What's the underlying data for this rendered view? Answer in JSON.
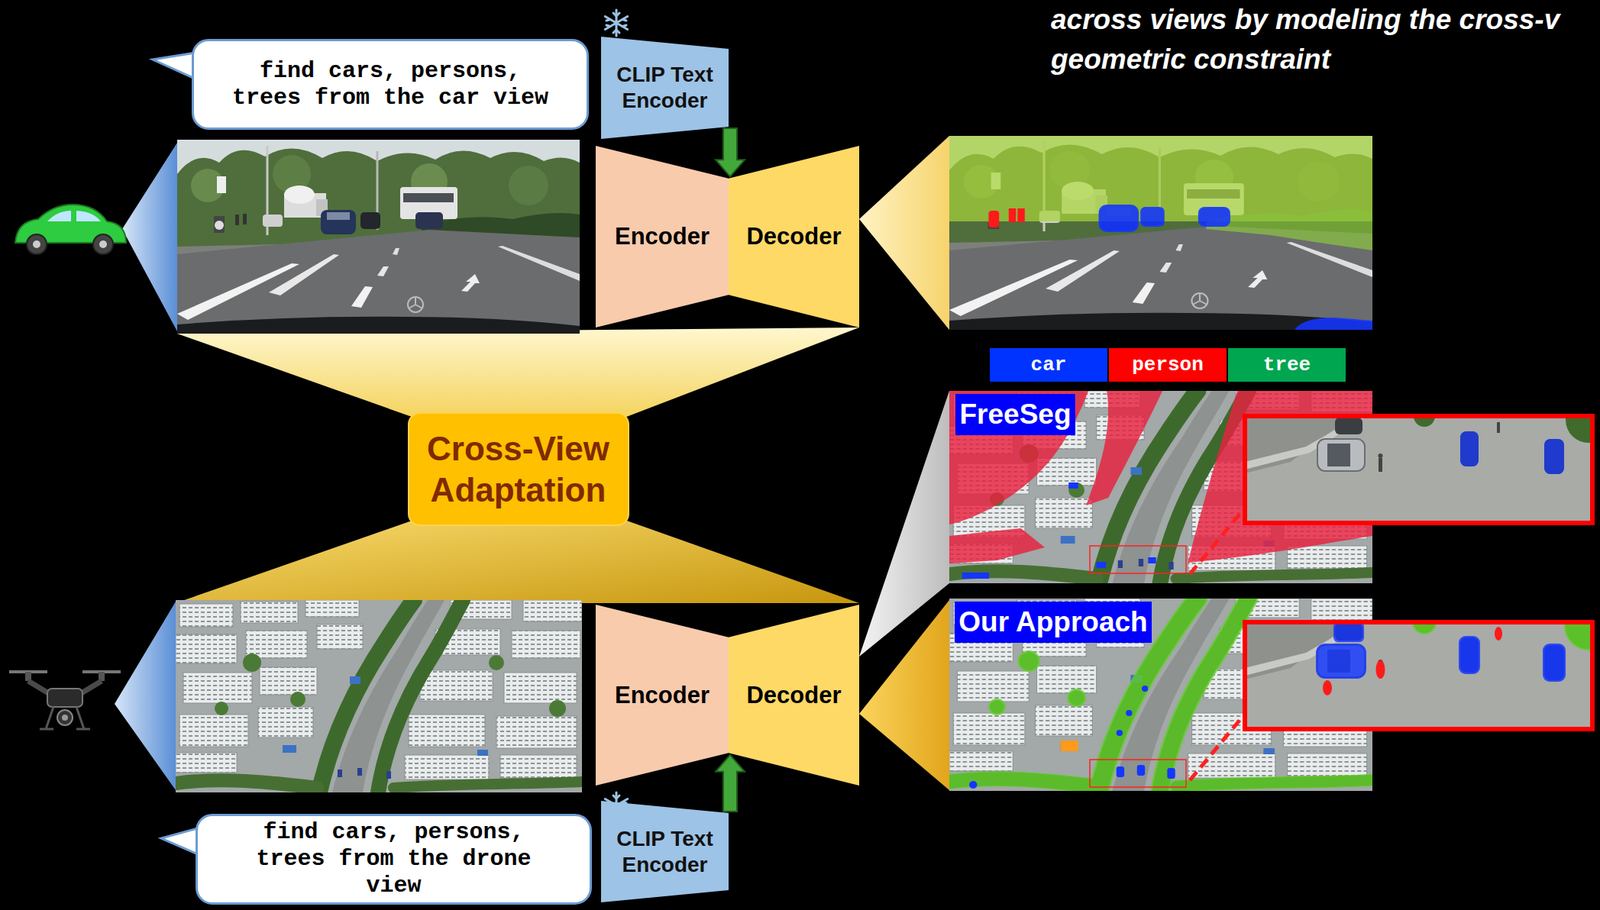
{
  "diagram": {
    "nodes": [
      {
        "text": [
          "find cars, persons, trees from the car view"
        ]
      },
      {
        "text": [
          "CLIP Text Encoder"
        ]
      },
      {
        "text": [
          "Encoder"
        ]
      },
      {
        "text": [
          "Decoder"
        ]
      },
      {
        "text": [
          "Cross-View Adaptation"
        ]
      },
      {
        "text": [
          "FreeSeg"
        ]
      },
      {
        "text": [
          "Our Approach"
        ]
      },
      {
        "text": [
          "Encoder"
        ]
      },
      {
        "text": [
          "Decoder"
        ]
      },
      {
        "text": [
          "find cars, persons, trees from the drone view"
        ]
      },
      {
        "text": [
          "CLIP Text Encoder"
        ]
      }
    ],
    "edges": [
      {
        "from": 1,
        "to": 3,
        "arrow": "to"
      },
      {
        "from": 10,
        "to": 8,
        "arrow": "to"
      }
    ],
    "labels": [
      "across views by modeling the cross-v geometric constraint"
    ],
    "legend": [
      {
        "text": "car",
        "color": "#0033ff"
      },
      {
        "text": "person",
        "color": "#ff0000"
      },
      {
        "text": "tree",
        "color": "#00a650"
      }
    ]
  }
}
